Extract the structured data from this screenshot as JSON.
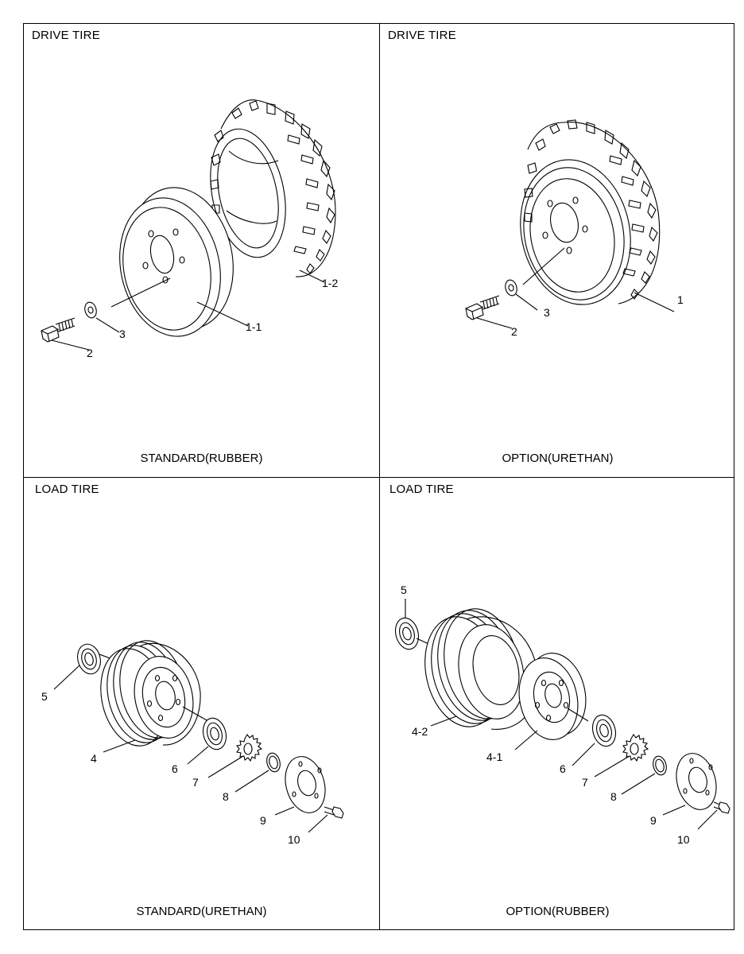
{
  "panels": {
    "top_left": {
      "title": "DRIVE TIRE",
      "caption": "STANDARD(RUBBER)",
      "callouts": [
        "1-2",
        "1-1",
        "3",
        "2"
      ]
    },
    "top_right": {
      "title": "DRIVE TIRE",
      "caption": "OPTION(URETHAN)",
      "callouts": [
        "1",
        "3",
        "2"
      ]
    },
    "bottom_left": {
      "title": "LOAD TIRE",
      "caption": "STANDARD(URETHAN)",
      "callouts": [
        "5",
        "4",
        "6",
        "7",
        "8",
        "9",
        "10"
      ]
    },
    "bottom_right": {
      "title": "LOAD TIRE",
      "caption": "OPTION(RUBBER)",
      "callouts": [
        "5",
        "4-2",
        "4-1",
        "6",
        "7",
        "8",
        "9",
        "10"
      ]
    }
  }
}
